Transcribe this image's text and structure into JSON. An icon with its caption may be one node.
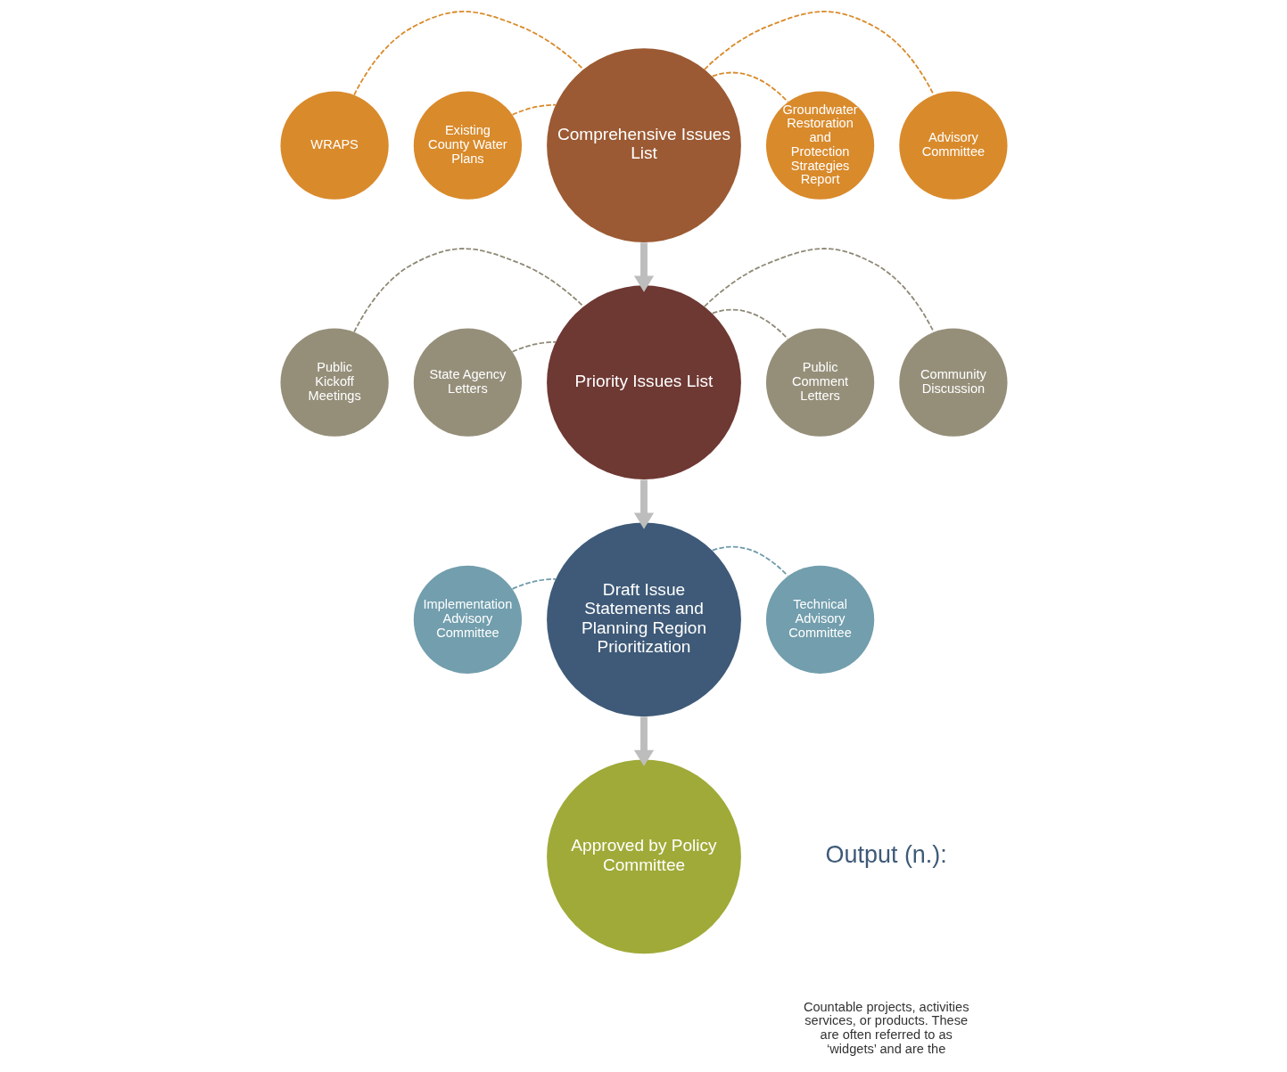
{
  "diagram": {
    "nodes": [
      {
        "text": [
          "WRAPS"
        ]
      },
      {
        "text": [
          "Comprehensive Issues List"
        ]
      },
      {
        "text": [
          "Advisory Committee"
        ]
      },
      {
        "text": [
          "Existing County Water Plans"
        ]
      },
      {
        "text": [
          "Groundwater Restoration and Protection Strategies Report"
        ]
      },
      {
        "text": [
          "Public Kickoff Meetings"
        ]
      },
      {
        "text": [
          "Priority Issues List"
        ]
      },
      {
        "text": [
          "Community Discussion"
        ]
      },
      {
        "text": [
          "State Agency Letters"
        ]
      },
      {
        "text": [
          "Public Comment Letters"
        ]
      },
      {
        "text": [
          "Implementation Advisory Committee"
        ]
      },
      {
        "text": [
          "Draft Issue Statements and Planning Region Prioritization"
        ]
      },
      {
        "text": [
          "Technical Advisory Committee"
        ]
      },
      {
        "text": [
          "Approved by Policy Committee"
        ]
      }
    ],
    "edges": [
      {
        "from": 0,
        "to": 1,
        "arrow": "none",
        "style": "dashed",
        "color": "#d98a2b"
      },
      {
        "from": 3,
        "to": 1,
        "arrow": "none",
        "style": "dashed",
        "color": "#d98a2b"
      },
      {
        "from": 1,
        "to": 2,
        "arrow": "none",
        "style": "dashed",
        "color": "#d98a2b"
      },
      {
        "from": 1,
        "to": 4,
        "arrow": "none",
        "style": "dashed",
        "color": "#d98a2b"
      },
      {
        "from": 1,
        "to": 6,
        "arrow": "to",
        "style": "thick",
        "color": "#bdbdbd"
      },
      {
        "from": 5,
        "to": 6,
        "arrow": "none",
        "style": "dashed",
        "color": "#8f8a76"
      },
      {
        "from": 6,
        "to": 7,
        "arrow": "none",
        "style": "dashed",
        "color": "#8f8a76"
      },
      {
        "from": 8,
        "to": 6,
        "arrow": "none",
        "style": "dashed",
        "color": "#8f8a76"
      },
      {
        "from": 6,
        "to": 9,
        "arrow": "none",
        "style": "dashed",
        "color": "#8f8a76"
      },
      {
        "from": 6,
        "to": 11,
        "arrow": "to",
        "style": "thick",
        "color": "#bdbdbd"
      },
      {
        "from": 10,
        "to": 11,
        "arrow": "none",
        "style": "dashed",
        "color": "#6f9aaa"
      },
      {
        "from": 11,
        "to": 12,
        "arrow": "none",
        "style": "dashed",
        "color": "#6f9aaa"
      },
      {
        "from": 11,
        "to": 13,
        "arrow": "to",
        "style": "thick",
        "color": "#bdbdbd"
      }
    ],
    "labels": [
      "Output (n.):",
      "Countable projects, activities services, or products. These are often referred to as ‘widgets’ and are the"
    ]
  }
}
